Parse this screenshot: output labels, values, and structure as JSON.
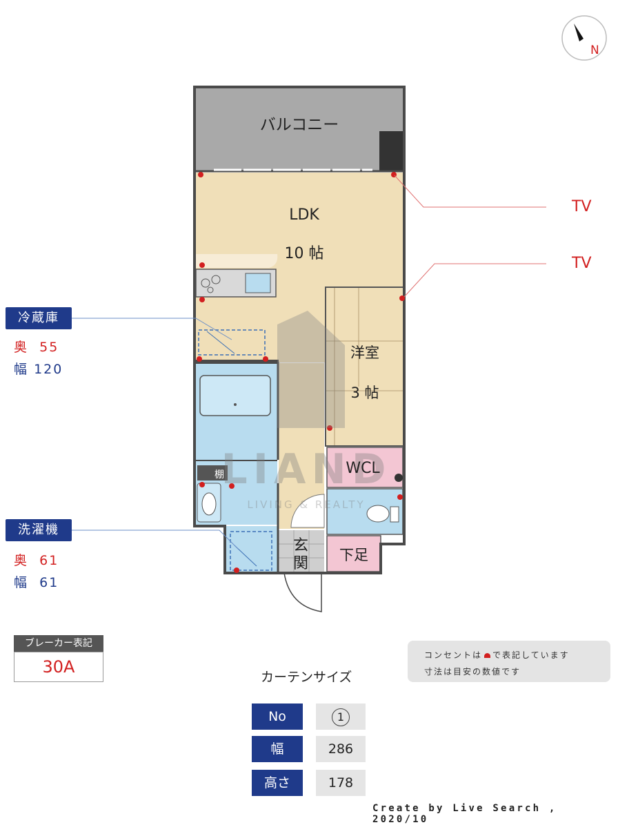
{
  "rooms": {
    "balcony": "バルコニー",
    "ldk_name": "LDK",
    "ldk_size": "10 帖",
    "western_name": "洋室",
    "western_size": "3 帖",
    "wcl": "WCL",
    "shoe_box": "下足",
    "entrance": "玄関",
    "storage_tag": "棚"
  },
  "watermark": {
    "brand": "LIAND",
    "tagline": "LIVING & REALTY"
  },
  "outlet_labels": {
    "tv1": "TV",
    "tv2": "TV"
  },
  "fridge": {
    "title": "冷蔵庫",
    "depth_label": "奥",
    "depth": "55",
    "width_label": "幅",
    "width": "120"
  },
  "washer": {
    "title": "洗濯機",
    "depth_label": "奥",
    "depth": "61",
    "width_label": "幅",
    "width": "61"
  },
  "breaker": {
    "title": "ブレーカー表記",
    "value": "30A"
  },
  "note": {
    "line1": "コンセントは",
    "line1b": "で表記しています",
    "line2": "寸法は目安の数値です"
  },
  "curtain": {
    "title": "カーテンサイズ",
    "rows": [
      {
        "label": "No",
        "value": "1"
      },
      {
        "label": "幅",
        "value": "286"
      },
      {
        "label": "高さ",
        "value": "178"
      }
    ]
  },
  "compass": {
    "north": "N"
  },
  "credit": "Create by Live Search , 2020/10",
  "colors": {
    "ldk": "#f0dfb8",
    "wet": "#b8dcef",
    "balcony": "#a9a9a9",
    "closet": "#f3c6d3",
    "wall": "#4a4a4a",
    "outlet": "#d21f1f",
    "label": "#1f3a8a"
  }
}
